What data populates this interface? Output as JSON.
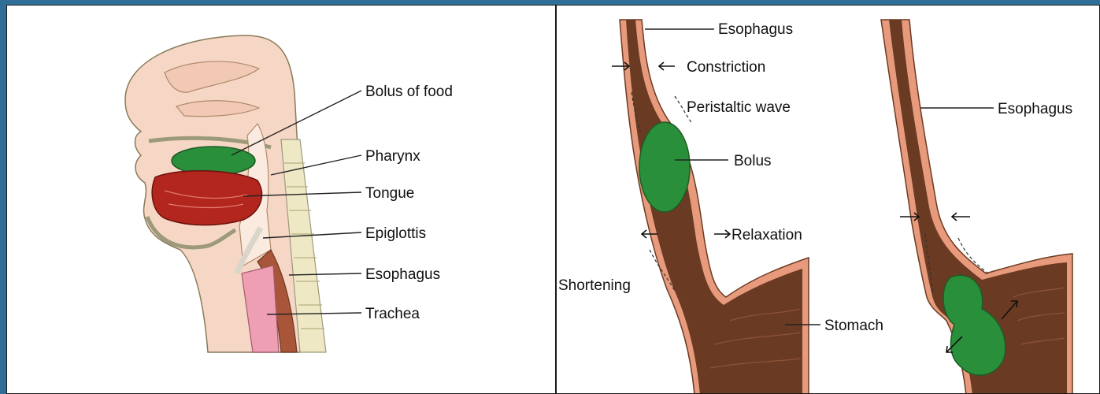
{
  "left_panel": {
    "labels": {
      "bolus_of_food": "Bolus of food",
      "pharynx": "Pharynx",
      "tongue": "Tongue",
      "epiglottis": "Epiglottis",
      "esophagus": "Esophagus",
      "trachea": "Trachea"
    }
  },
  "right_panel": {
    "labels": {
      "esophagus_top": "Esophagus",
      "constriction": "Constriction",
      "peristaltic_wave": "Peristaltic wave",
      "bolus": "Bolus",
      "relaxation": "Relaxation",
      "shortening": "Shortening",
      "stomach": "Stomach",
      "esophagus_right": "Esophagus"
    }
  },
  "colors": {
    "background": "#2f6f97",
    "bolus_green": "#2a8f3a",
    "tongue_red": "#b3261e",
    "tissue_pink": "#f4c7b6",
    "esophagus_wall": "#e79a7c",
    "lumen_brown": "#6b3a22",
    "trachea_pink": "#ef9fb3",
    "spine_beige": "#eee8c5"
  }
}
